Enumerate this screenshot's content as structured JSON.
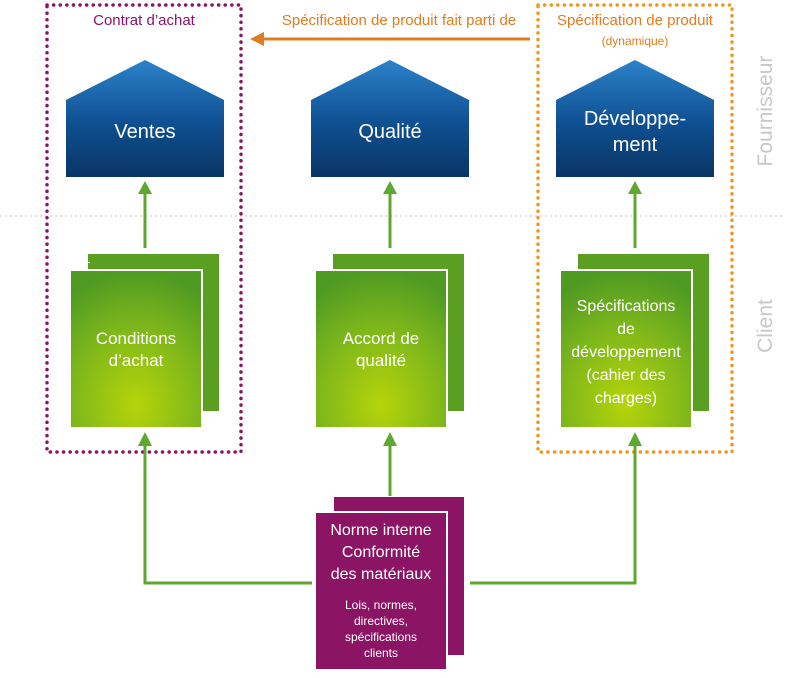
{
  "regions": {
    "supplier": "Fournisseur",
    "client": "Client"
  },
  "boxes": {
    "purchase_contract": "Contrat d’achat",
    "product_spec": "Spécification de produit",
    "product_spec_sub": "(dynamique)",
    "arrow_label": "Spécification de produit fait parti de"
  },
  "departments": {
    "sales": "Ventes",
    "quality": "Qualité",
    "development_line1": "Développe-",
    "development_line2": "ment"
  },
  "documents": {
    "purchase_conditions_line1": "Conditions",
    "purchase_conditions_line2": "d’achat",
    "quality_agreement_line1": "Accord de",
    "quality_agreement_line2": "qualité",
    "dev_spec_line1": "Spécifications",
    "dev_spec_line2": "de",
    "dev_spec_line3": "développement",
    "dev_spec_line4": "(cahier des",
    "dev_spec_line5": "charges)"
  },
  "standard": {
    "title_line1": "Norme interne",
    "title_line2": "Conformité",
    "title_line3": "des matériaux",
    "sub_line1": "Lois, normes,",
    "sub_line2": "directives,",
    "sub_line3": "spécifications",
    "sub_line4": "clients"
  },
  "colors": {
    "house_blue": "#0f4c8a",
    "doc_green": "#6aaa1c",
    "arrow_green": "#5ea832",
    "standard_purple": "#8b1464",
    "contract_border": "#8b1464",
    "spec_border": "#f0961e",
    "orange_arrow": "#e07b1f"
  }
}
